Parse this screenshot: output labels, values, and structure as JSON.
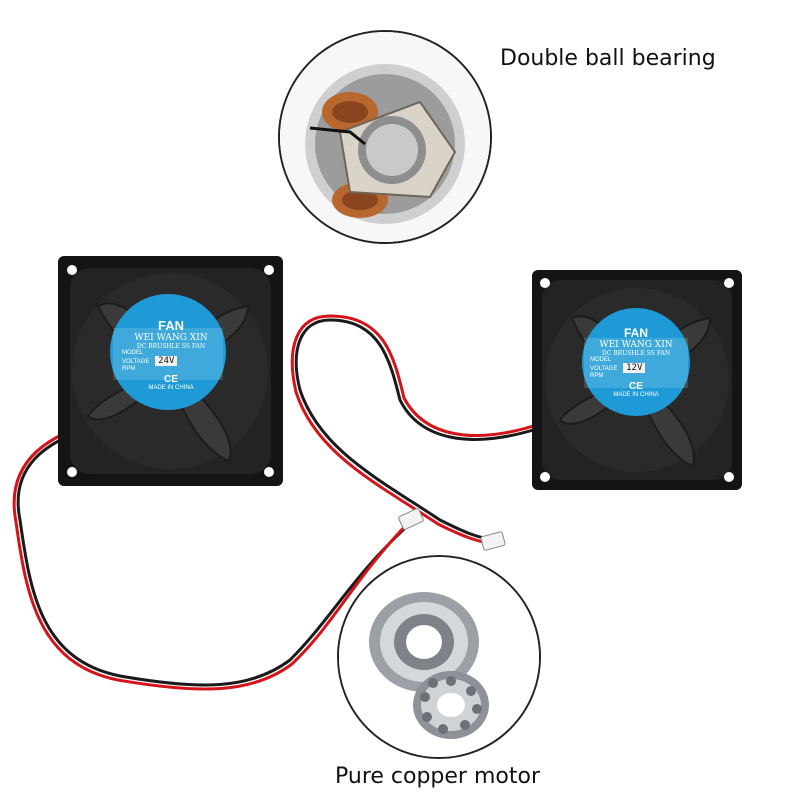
{
  "captions": {
    "top": "Double ball bearing",
    "bottom": "Pure copper motor"
  },
  "fans": [
    {
      "brand": "FAN",
      "maker": "WEI WANG XIN",
      "type_line": "DC BRUSHLE SS FAN",
      "model_label": "MODEL",
      "voltage_label": "VOLTAGE",
      "voltage_value": "24V",
      "rpm_label": "RPM",
      "ce": "CE",
      "origin": "MADE IN CHINA"
    },
    {
      "brand": "FAN",
      "maker": "WEI WANG XIN",
      "type_line": "DC BRUSHLE SS FAN",
      "model_label": "MODEL",
      "voltage_label": "VOLTAGE",
      "voltage_value": "12V",
      "rpm_label": "RPM",
      "ce": "CE",
      "origin": "MADE IN CHINA"
    }
  ],
  "colors": {
    "fan_body": "#141414",
    "label_blue": "#1e9ad6",
    "wire_red": "#d4141a",
    "wire_black": "#1a1a1a",
    "copper": "#b8672e"
  }
}
